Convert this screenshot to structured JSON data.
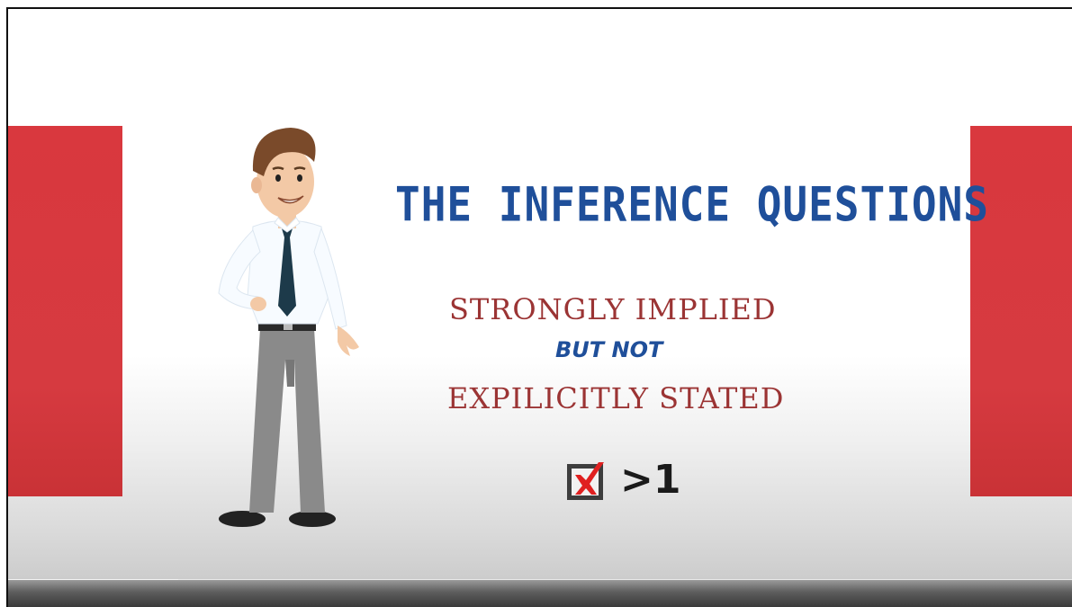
{
  "slide": {
    "title": "THE INFERENCE QUESTIONS",
    "line1": "STRONGLY IMPLIED",
    "line2": "BUT NOT",
    "line3": "EXPILICITLY STATED",
    "comparison": ">1"
  },
  "icons": {
    "checkbox": "checkbox-x-icon",
    "character": "businessman-illustration"
  },
  "player": {
    "progress": 0.16
  },
  "colors": {
    "title": "#1f4f9a",
    "subtitle": "#9b3434",
    "accent_red": "#d9383e"
  }
}
